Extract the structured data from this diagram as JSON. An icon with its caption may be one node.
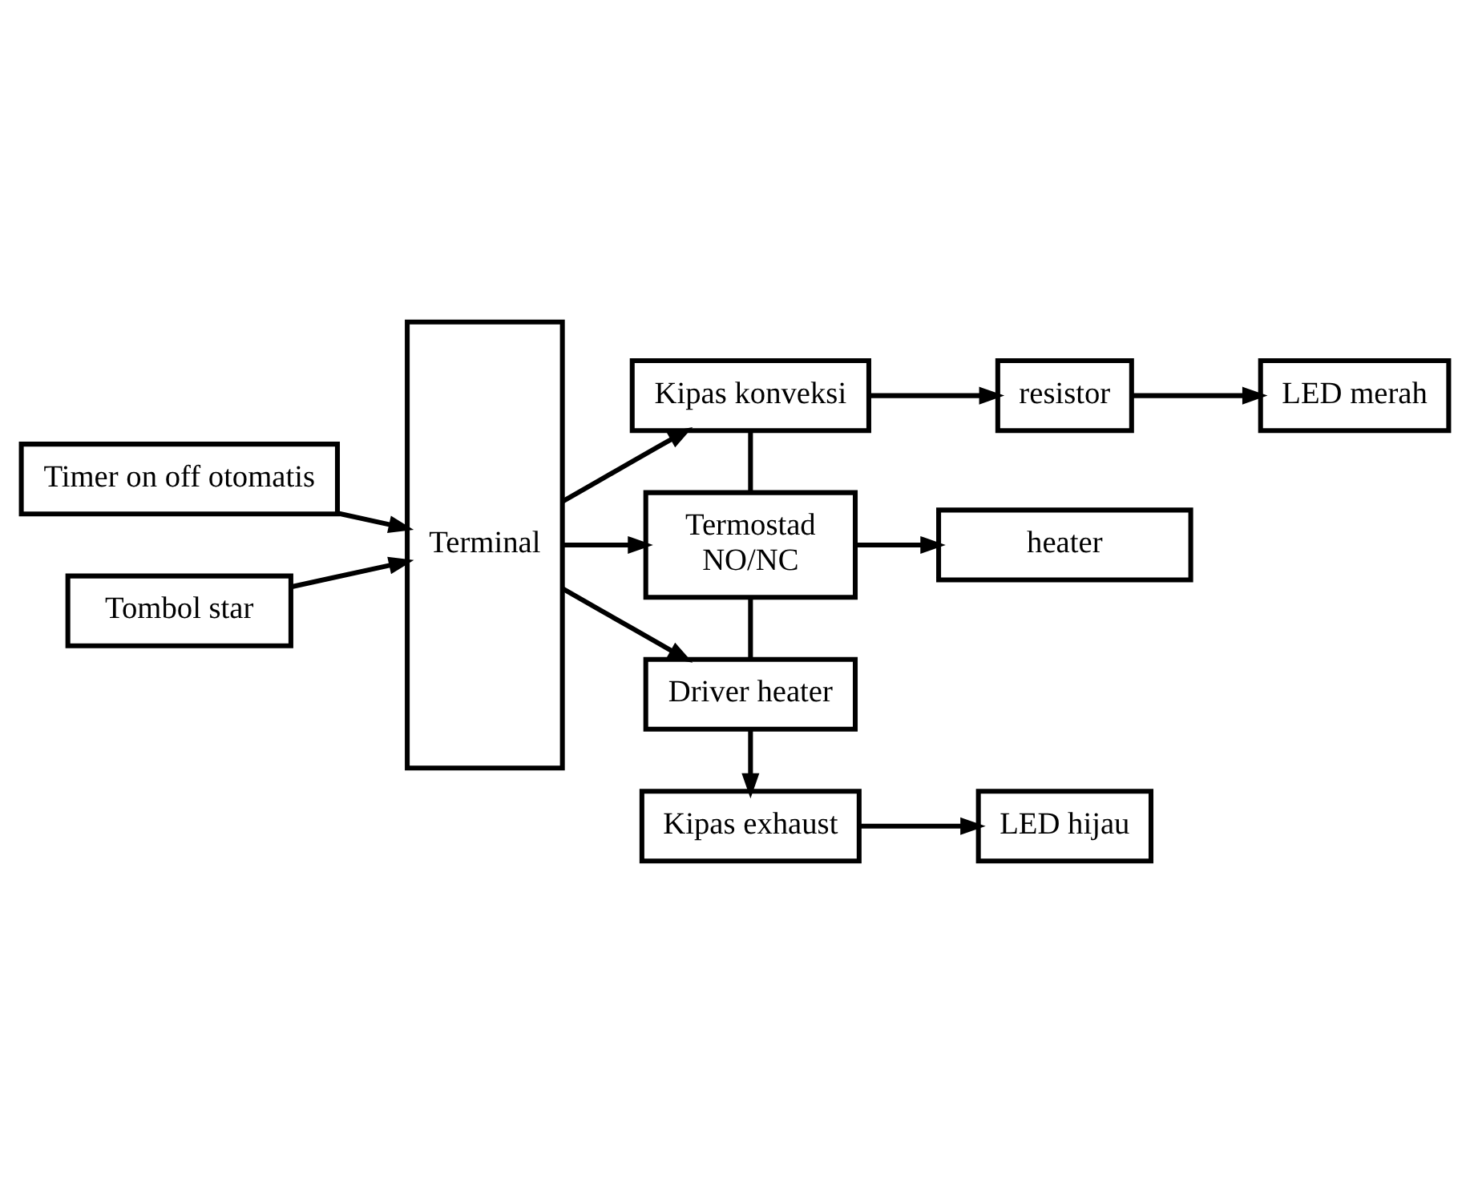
{
  "diagram": {
    "nodes": [
      {
        "text": [
          "Timer on off otomatis"
        ]
      },
      {
        "text": [
          "Tombol star"
        ]
      },
      {
        "text": [
          "Terminal"
        ]
      },
      {
        "text": [
          "Kipas konveksi"
        ]
      },
      {
        "text": [
          "Termostad",
          "NO/NC"
        ]
      },
      {
        "text": [
          "heater"
        ]
      },
      {
        "text": [
          "Driver heater"
        ]
      },
      {
        "text": [
          "Kipas exhaust"
        ]
      },
      {
        "text": [
          "LED hijau"
        ]
      },
      {
        "text": [
          "resistor"
        ]
      },
      {
        "text": [
          "LED merah"
        ]
      }
    ],
    "edges": [
      {
        "from": 0,
        "to": 2,
        "arrow": "to"
      },
      {
        "from": 1,
        "to": 2,
        "arrow": "to"
      },
      {
        "from": 2,
        "to": 3,
        "arrow": "to"
      },
      {
        "from": 2,
        "to": 4,
        "arrow": "to"
      },
      {
        "from": 2,
        "to": 6,
        "arrow": "to"
      },
      {
        "from": 3,
        "to": 9,
        "arrow": "to"
      },
      {
        "from": 9,
        "to": 10,
        "arrow": "to"
      },
      {
        "from": 3,
        "to": 4,
        "arrow": "none"
      },
      {
        "from": 4,
        "to": 5,
        "arrow": "to"
      },
      {
        "from": 4,
        "to": 6,
        "arrow": "none"
      },
      {
        "from": 6,
        "to": 7,
        "arrow": "to"
      },
      {
        "from": 7,
        "to": 8,
        "arrow": "to"
      }
    ]
  }
}
